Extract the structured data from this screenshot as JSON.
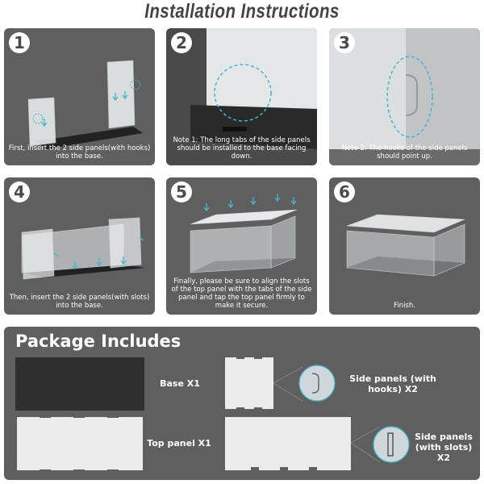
{
  "title": "Installation Instructions",
  "steps": [
    {
      "number": "1",
      "caption": "First, insert the 2 side panels(with hooks) into the base."
    },
    {
      "number": "2",
      "caption": "Note 1: The long tabs of the side panels should be installed to the base facing down."
    },
    {
      "number": "3",
      "caption": "Note 2: The hooks of the side panels should point up."
    },
    {
      "number": "4",
      "caption": "Then, insert the 2 side panels(with slots) into the base."
    },
    {
      "number": "5",
      "caption": "Finally, please be sure to align the slots of the top panel with the tabs of the side panel and tap the top panel firmly to make it secure."
    },
    {
      "number": "6",
      "caption": "Finish."
    }
  ],
  "package": {
    "title": "Package Includes",
    "items": [
      {
        "label": "Base X1"
      },
      {
        "label": "Top panel X1"
      },
      {
        "label": "Side panels (with hooks) X2"
      },
      {
        "label": "Side panels (with slots) X2"
      }
    ]
  },
  "colors": {
    "panel_bg": "#5f5f5f",
    "accent": "#3fb8c8",
    "base": "#2f2f2f"
  }
}
